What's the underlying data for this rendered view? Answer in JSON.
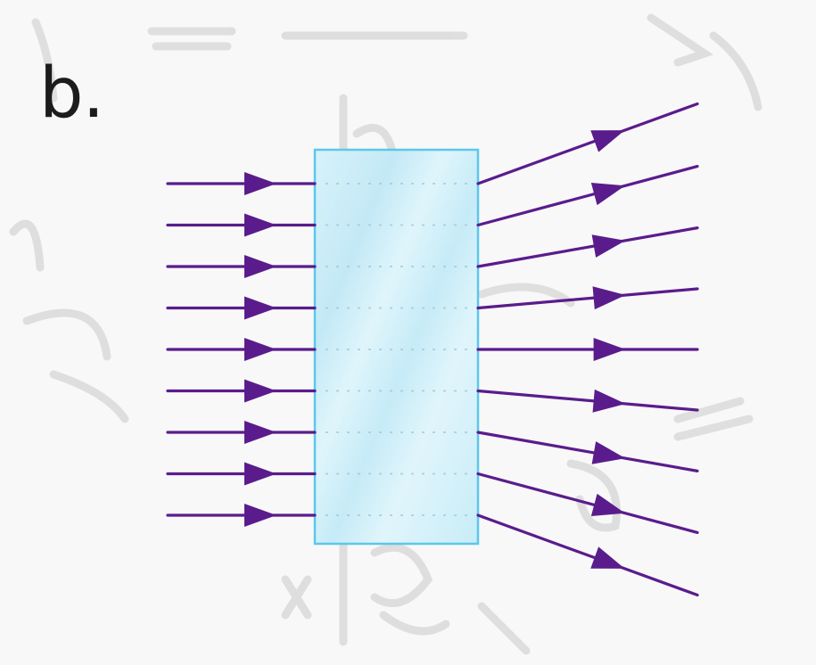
{
  "figure": {
    "panel_label": "b.",
    "subject": "diverging lens",
    "incoming_rays": 9,
    "outgoing_ray_angles_deg": [
      -20,
      -15,
      -10,
      -5,
      0,
      5,
      10,
      15,
      20
    ],
    "colors": {
      "background": "#f8f8f8",
      "ray": "#5a1c8c",
      "glass_fill": "#cdeef8",
      "glass_border": "#5cc7ec",
      "watermark": "#dcdcdc"
    }
  }
}
